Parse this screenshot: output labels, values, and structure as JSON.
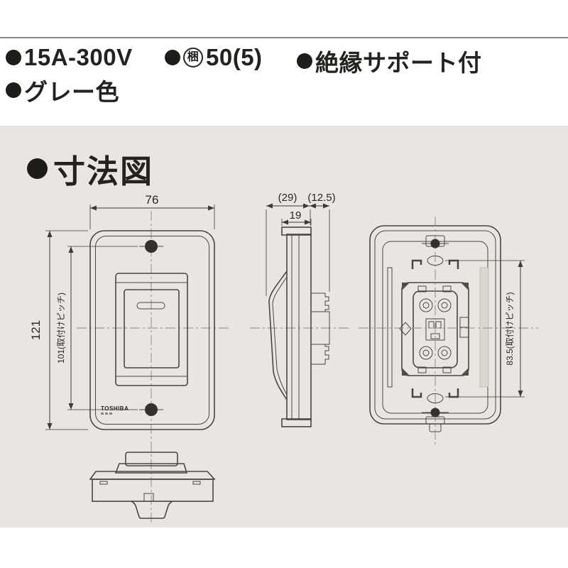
{
  "colors": {
    "page_bg": "#ffffff",
    "panel_bg": "#e9e6e1",
    "drawing_line": "#4a4742",
    "text": "#24221f",
    "screw_fill": "#35322d"
  },
  "specs": {
    "row1": [
      {
        "text": "15A-300V"
      },
      {
        "circled": "梱",
        "text": "50(5)"
      },
      {
        "text": "絶縁サポート付"
      }
    ],
    "row2": [
      {
        "text": "グレー色"
      }
    ]
  },
  "section_title": "寸法図",
  "dims": {
    "front_width": "76",
    "front_height": "121",
    "front_pitch": "101(取付けピッチ)",
    "side_depth_front": "(29)",
    "side_depth_rear": "(12.5)",
    "side_thickness": "19",
    "rear_pitch": "83.5(取付けピッチ)",
    "brand": "TOSHIBA"
  }
}
